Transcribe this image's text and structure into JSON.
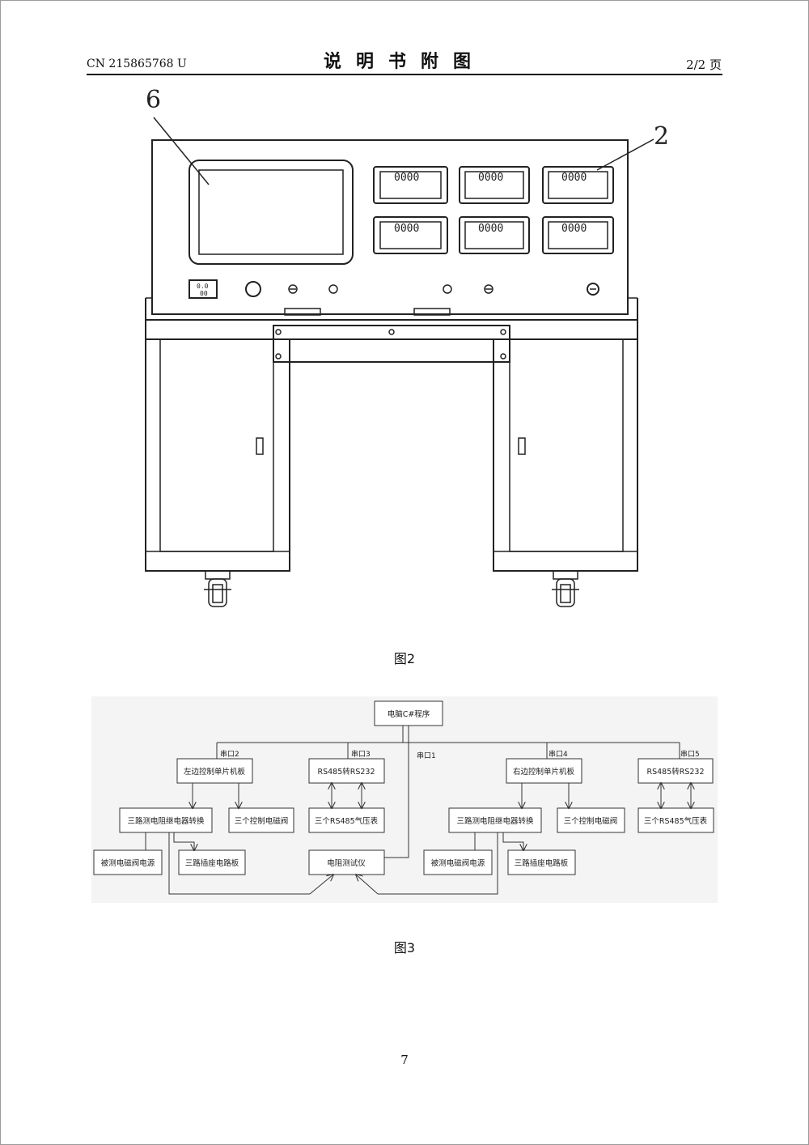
{
  "header": {
    "doc_number": "CN 215865768 U",
    "title": "说明书附图",
    "page_info": "2/2 页"
  },
  "figure2": {
    "caption": "图2",
    "callouts": [
      "6",
      "2"
    ],
    "meter_readings": [
      "0000",
      "0000",
      "0000",
      "0000",
      "0000",
      "0000"
    ],
    "small_display": [
      "0.0",
      "00"
    ]
  },
  "figure3": {
    "caption": "图3",
    "boxes": {
      "pc": "电脑C#程序",
      "left_mcu": "左边控制单片机板",
      "rs485_a": "RS485转RS232",
      "right_mcu": "右边控制单片机板",
      "rs485_b": "RS485转RS232",
      "relay_left": "三路测电阻继电器转换",
      "valve_left": "三个控制电磁阀",
      "gauge_left": "三个RS485气压表",
      "relay_right": "三路测电阻继电器转换",
      "valve_right": "三个控制电磁阀",
      "gauge_right": "三个RS485气压表",
      "power_left": "被测电磁阀电源",
      "board_left": "三路插座电路板",
      "tester": "电阻测试仪",
      "power_right": "被测电磁阀电源",
      "board_right": "三路插座电路板"
    },
    "ports": {
      "p2": "串口2",
      "p3": "串口3",
      "p1": "串口1",
      "p4": "串口4",
      "p5": "串口5"
    }
  },
  "page_number": "7"
}
